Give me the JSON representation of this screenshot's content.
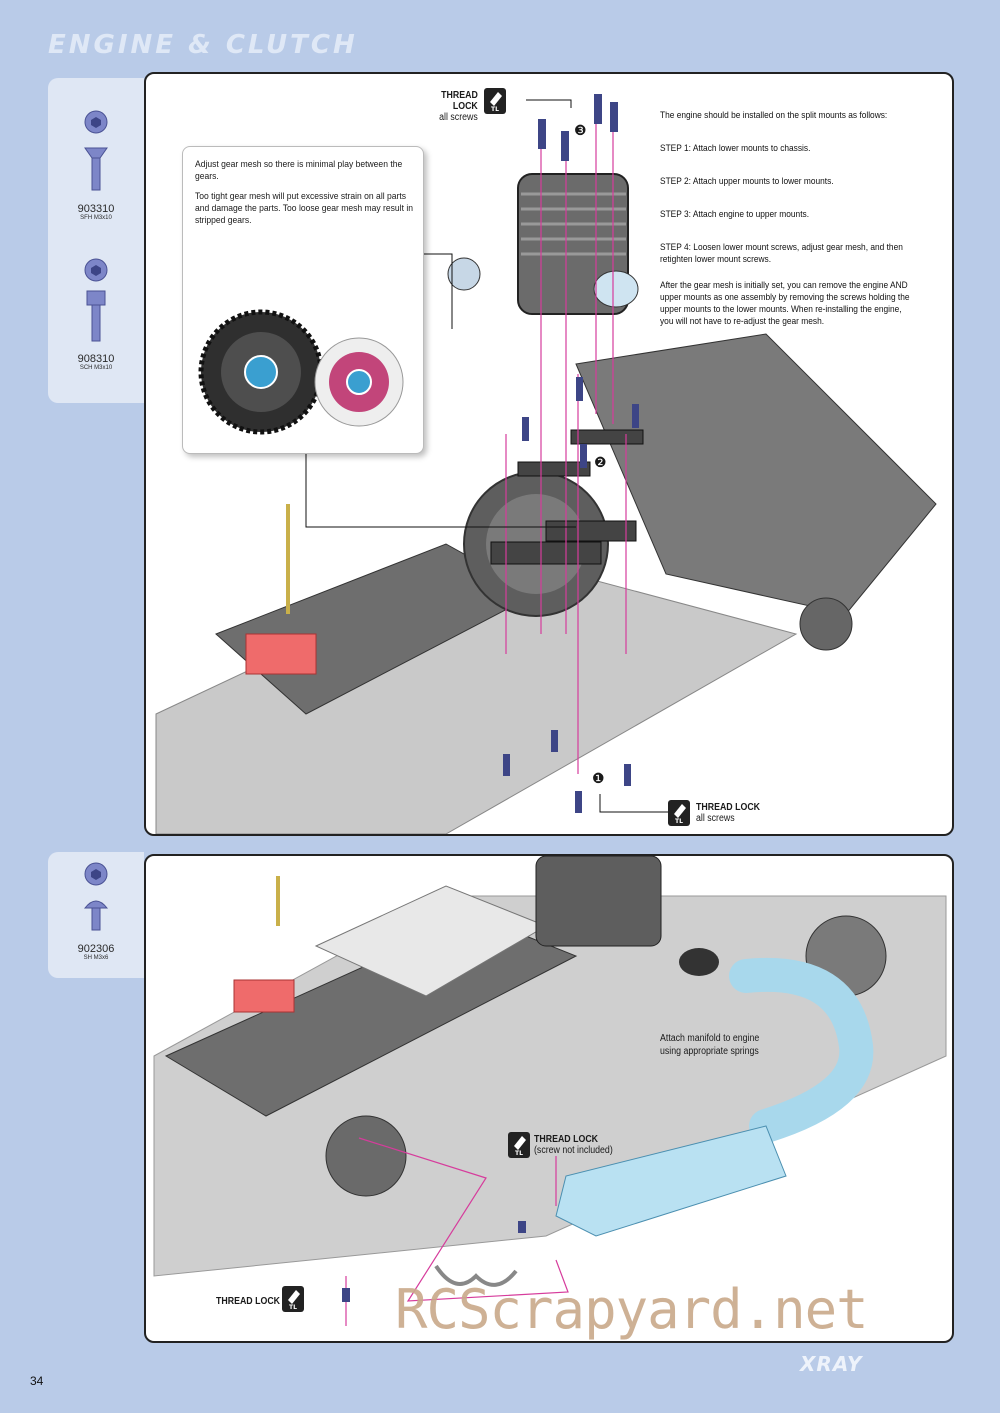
{
  "header": {
    "title": "ENGINE & CLUTCH"
  },
  "parts_top": [
    {
      "code": "903310",
      "desc": "SFH M3x10"
    },
    {
      "code": "908310",
      "desc": "SCH M3x10"
    }
  ],
  "parts_bottom": [
    {
      "code": "902306",
      "desc": "SH M3x6"
    }
  ],
  "panel1": {
    "callout": {
      "p1": "Adjust gear mesh so there is minimal play between the gears.",
      "p2": "Too tight gear mesh will put excessive strain on all parts and damage the parts.  Too loose gear mesh may result in stripped gears."
    },
    "instructions": {
      "intro": "The engine should be installed on the split mounts as follows:",
      "step1": "STEP 1: Attach lower mounts to chassis.",
      "step2": "STEP 2:  Attach upper mounts to lower mounts.",
      "step3": "STEP 3:  Attach engine to upper mounts.",
      "step4": "STEP 4:  Loosen lower mount screws, adjust gear mesh, and then retighten lower mount screws.",
      "after": "After the gear mesh is initially set, you can remove the engine AND upper mounts as one assembly by removing the screws holding the upper mounts to the lower mounts.  When re-installing the engine, you will not have to re-adjust the gear mesh."
    },
    "tl_top": {
      "title": "THREAD LOCK",
      "sub": "all screws"
    },
    "tl_bottom": {
      "title": "THREAD LOCK",
      "sub": "all screws"
    },
    "step_markers": {
      "one": "❶",
      "two": "❷",
      "three": "❸"
    }
  },
  "panel2": {
    "manifold_note": "Attach manifold to engine using appropriate springs",
    "tl_mid": {
      "title": "THREAD LOCK",
      "sub": "(screw not included)"
    },
    "tl_left": {
      "title": "THREAD LOCK"
    }
  },
  "tl_icon_text": "TL",
  "footer": {
    "page": "34",
    "brand": "XRAY"
  },
  "watermark": "RCScrapyard.net"
}
